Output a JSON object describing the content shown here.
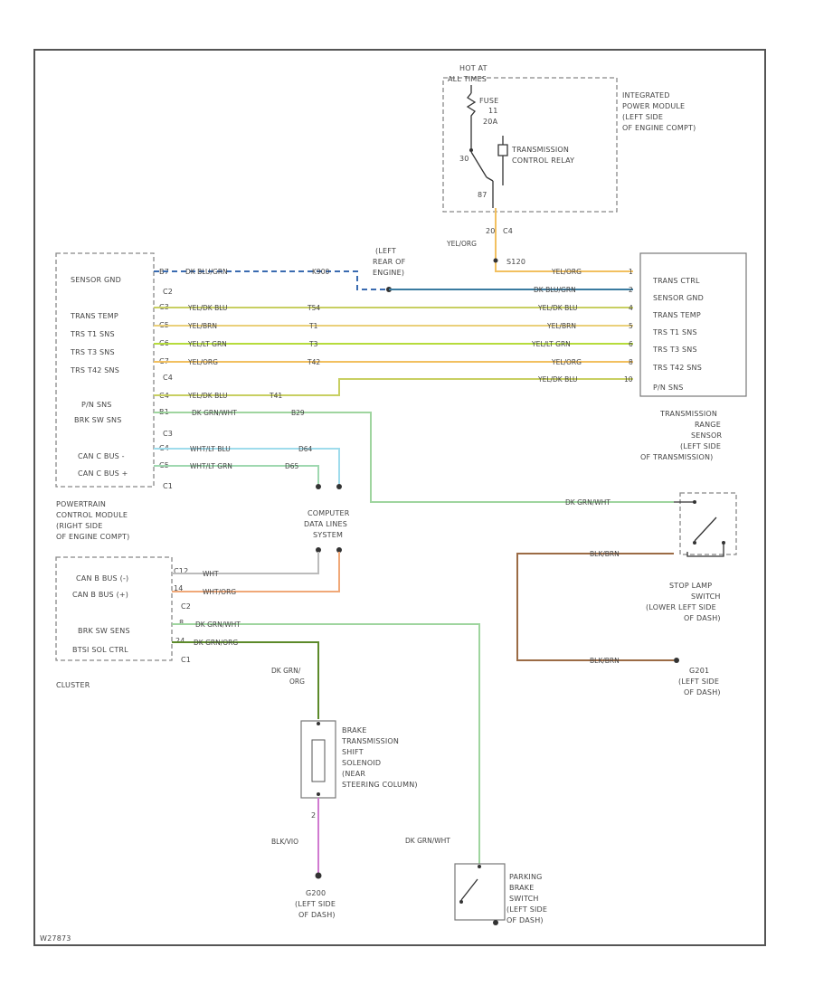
{
  "title_code": "W27873",
  "colors": {
    "frame": "#555555",
    "yel_org": "#f2c060",
    "yel_blu": "#c8cf62",
    "yel_brn": "#ead07a",
    "yel_lt_grn": "#b6dc3c",
    "dk_blu_grn": "#3a6bb0",
    "dk_grn_wht": "#9fd59f",
    "wht_lt_blu": "#9fdcec",
    "wht_lt_grn": "#9fd8b0",
    "wht": "#bbbbbb",
    "wht_org": "#f0a878",
    "dk_grn_org": "#5c8a2a",
    "blk_brn": "#9b6b45",
    "blk_vio": "#d07ad0"
  },
  "relay": {
    "hot_at": "HOT AT",
    "all_times": "ALL TIMES",
    "fuse": "FUSE",
    "fuse_num": "11",
    "fuse_amps": "20A",
    "name_1": "TRANSMISSION",
    "name_2": "CONTROL RELAY",
    "pin_30": "30",
    "pin_87": "87",
    "module_1": "INTEGRATED",
    "module_2": "POWER MODULE",
    "module_3": "(LEFT SIDE",
    "module_4": "OF ENGINE COMPT)",
    "pin_out": "20",
    "conn_out": "C4",
    "wire_out": "YEL/ORG",
    "splice": "S120"
  },
  "pcm": {
    "rows": [
      {
        "pin": "B7",
        "label": "SENSOR GND",
        "wire": "DK BLU/GRN",
        "circuit": "K900"
      },
      {
        "pin": "C2",
        "label": "",
        "wire": "",
        "circuit": ""
      },
      {
        "pin": "C3",
        "label": "TRANS TEMP",
        "wire": "YEL/DK BLU",
        "circuit": "T54"
      },
      {
        "pin": "C5",
        "label": "TRS T1 SNS",
        "wire": "YEL/BRN",
        "circuit": "T1"
      },
      {
        "pin": "C6",
        "label": "TRS T3 SNS",
        "wire": "YEL/LT GRN",
        "circuit": "T3"
      },
      {
        "pin": "C7",
        "label": "TRS T42 SNS",
        "wire": "YEL/ORG",
        "circuit": "T42"
      },
      {
        "pin": "C4",
        "label": "",
        "wire": "",
        "circuit": ""
      },
      {
        "pin": "C4",
        "label": "P/N SNS",
        "wire": "YEL/DK BLU",
        "circuit": "T41"
      },
      {
        "pin": "B1",
        "label": "BRK SW SNS",
        "wire": "DK GRN/WHT",
        "circuit": "B29"
      },
      {
        "pin": "C3",
        "label": "",
        "wire": "",
        "circuit": ""
      },
      {
        "pin": "C4",
        "label": "CAN C BUS -",
        "wire": "WHT/LT BLU",
        "circuit": "D64"
      },
      {
        "pin": "C5",
        "label": "CAN C BUS +",
        "wire": "WHT/LT GRN",
        "circuit": "D65"
      },
      {
        "pin": "C1",
        "label": "",
        "wire": "",
        "circuit": ""
      }
    ],
    "name_1": "POWERTRAIN",
    "name_2": "CONTROL MODULE",
    "name_3": "(RIGHT SIDE",
    "name_4": "OF ENGINE COMPT)"
  },
  "engine_ground": {
    "line_1": "(LEFT",
    "line_2": "REAR OF",
    "line_3": "ENGINE)"
  },
  "trs": {
    "pins": [
      "TRANS CTRL",
      "SENSOR GND",
      "TRANS TEMP",
      "TRS T1 SNS",
      "TRS T3 SNS",
      "TRS T42 SNS",
      "P/N SNS"
    ],
    "pin_nums": [
      "1",
      "2",
      "4",
      "5",
      "6",
      "8",
      "10"
    ],
    "right_wires": [
      "YEL/ORG",
      "DK BLU/GRN",
      "YEL/DK BLU",
      "YEL/BRN",
      "YEL/LT GRN",
      "YEL/ORG",
      "YEL/DK BLU"
    ],
    "name_1": "TRANSMISSION",
    "name_2": "RANGE",
    "name_3": "SENSOR",
    "name_4": "(LEFT SIDE",
    "name_5": "OF TRANSMISSION)"
  },
  "cdl": {
    "line_1": "COMPUTER",
    "line_2": "DATA LINES",
    "line_3": "SYSTEM"
  },
  "stoplamp": {
    "wire_in": "DK GRN/WHT",
    "wire_out": "BLK/BRN",
    "wire_gnd": "BLK/BRN",
    "name_1": "STOP LAMP",
    "name_2": "SWITCH",
    "name_3": "(LOWER LEFT SIDE",
    "name_4": "OF DASH)",
    "gnd_1": "G201",
    "gnd_2": "(LEFT SIDE",
    "gnd_3": "OF DASH)"
  },
  "cluster": {
    "rows": [
      {
        "pin": "C12",
        "label": "CAN B BUS (-)",
        "wire": "WHT"
      },
      {
        "pin": "14",
        "label": "CAN B BUS (+)",
        "wire": "WHT/ORG"
      },
      {
        "pin": "C2",
        "label": "",
        "wire": ""
      },
      {
        "pin": "8",
        "label": "BRK SW SENS",
        "wire": "DK GRN/WHT"
      },
      {
        "pin": "24",
        "label": "BTSI SOL CTRL",
        "wire": "DK GRN/ORG"
      },
      {
        "pin": "C1",
        "label": "",
        "wire": ""
      }
    ],
    "name": "CLUSTER",
    "wire_down_1": "DK GRN/",
    "wire_down_2": "ORG"
  },
  "btsi": {
    "name_1": "BRAKE",
    "name_2": "TRANSMISSION",
    "name_3": "SHIFT",
    "name_4": "SOLENOID",
    "name_5": "(NEAR",
    "name_6": "STEERING COLUMN)",
    "pin_bottom": "2",
    "wire_bottom": "BLK/VIO",
    "gnd_1": "G200",
    "gnd_2": "(LEFT SIDE",
    "gnd_3": "OF DASH)"
  },
  "parking": {
    "wire": "DK GRN/WHT",
    "name_1": "PARKING",
    "name_2": "BRAKE",
    "name_3": "SWITCH",
    "name_4": "(LEFT SIDE",
    "name_5": "OF DASH)"
  }
}
